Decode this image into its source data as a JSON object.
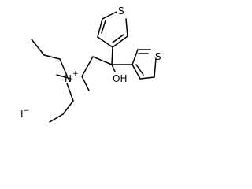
{
  "molecule": {
    "atoms": {
      "s_top": "S",
      "s_right": "S",
      "hydroxyl": "OH",
      "nitrogen": "N",
      "nitrogen_charge": "+",
      "iodide": "I",
      "iodide_charge": "−"
    },
    "colors": {
      "bond": "#000000",
      "label": "#000000",
      "background": "#ffffff"
    }
  }
}
